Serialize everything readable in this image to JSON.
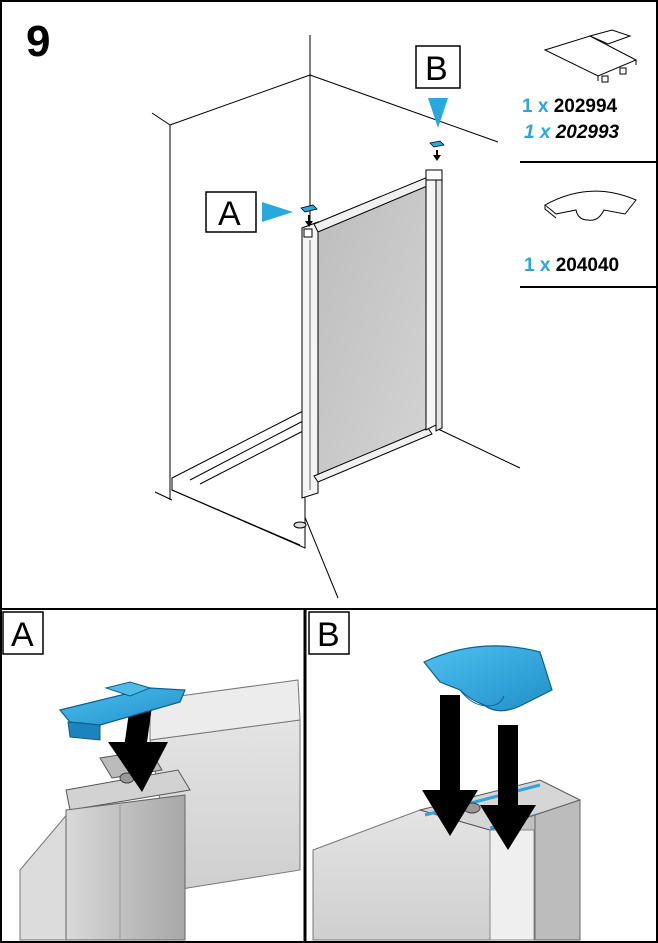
{
  "step": {
    "number": "9"
  },
  "callouts": {
    "a": "A",
    "b": "B"
  },
  "parts": [
    {
      "qty": "1 x",
      "code": "202994",
      "italic": false
    },
    {
      "qty": "1 x",
      "code": "202993",
      "italic": true
    },
    {
      "qty": "1 x",
      "code": "204040",
      "italic": false
    }
  ],
  "details": {
    "a_label": "A",
    "b_label": "B"
  },
  "colors": {
    "accent": "#29a7df",
    "line": "#000000",
    "glass": "#c9c9c9"
  }
}
